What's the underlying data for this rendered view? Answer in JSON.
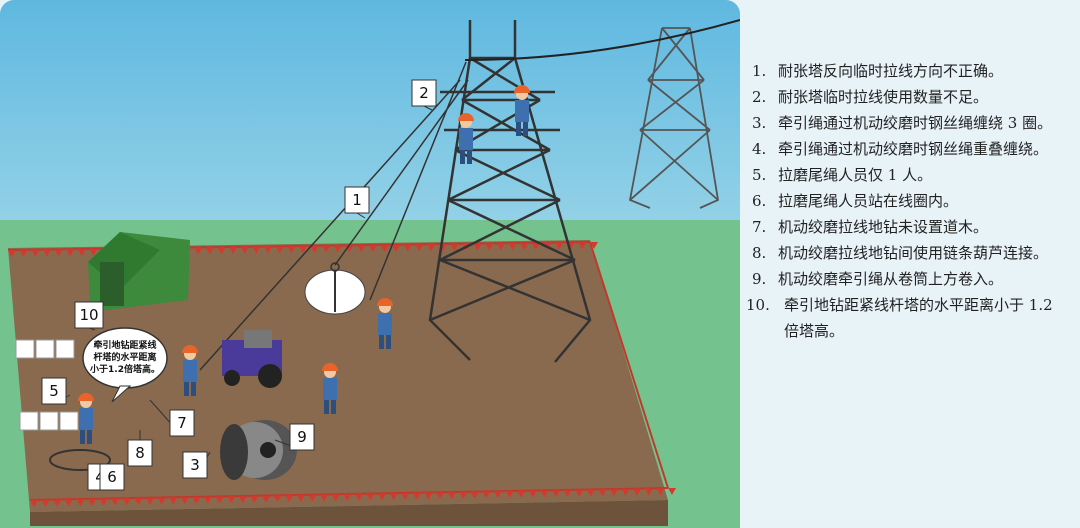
{
  "callouts": [
    "1",
    "2",
    "3",
    "4",
    "5",
    "6",
    "7",
    "8",
    "9",
    "10"
  ],
  "speech": [
    "牵引地钻距紧线",
    "杆塔的水平距离",
    "小于1.2倍塔高。"
  ],
  "items": [
    {
      "num": "1.",
      "text": "耐张塔反向临时拉线方向不正确。"
    },
    {
      "num": "2.",
      "text": "耐张塔临时拉线使用数量不足。"
    },
    {
      "num": "3.",
      "text": "牵引绳通过机动绞磨时钢丝绳缠绕 3 圈。"
    },
    {
      "num": "4.",
      "text": "牵引绳通过机动绞磨时钢丝绳重叠缠绕。"
    },
    {
      "num": "5.",
      "text": "拉磨尾绳人员仅 1 人。"
    },
    {
      "num": "6.",
      "text": "拉磨尾绳人员站在线圈内。"
    },
    {
      "num": "7.",
      "text": "机动绞磨拉线地钻未设置道木。"
    },
    {
      "num": "8.",
      "text": "机动绞磨拉线地钻间使用链条葫芦连接。"
    },
    {
      "num": "9.",
      "text": "机动绞磨牵引绳从卷筒上方卷入。"
    },
    {
      "num": "10.",
      "text": "牵引地钻距紧线杆塔的水平距离小于 1.2 倍塔高。"
    }
  ],
  "colors": {
    "sky": "#7ec8e8",
    "grass": "#7fc89a",
    "ground": "#8a6a4e",
    "fence": "#d23a2e",
    "tent": "#3d8a3d",
    "worker_shirt": "#3e6fae",
    "helmet": "#e8642a"
  }
}
